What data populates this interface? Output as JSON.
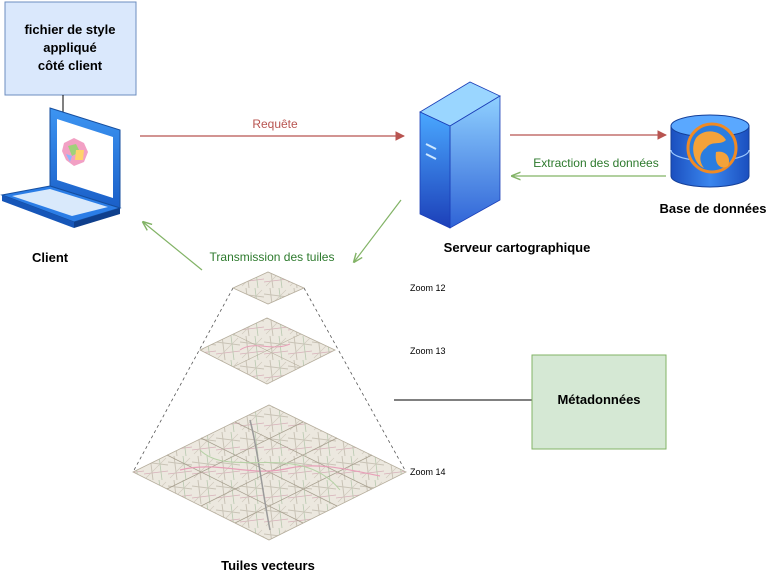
{
  "style_box": {
    "line1": "fichier de style",
    "line2": "appliqué",
    "line3": "côté client"
  },
  "client": {
    "label": "Client"
  },
  "server": {
    "label": "Serveur cartographique"
  },
  "database": {
    "label": "Base de données"
  },
  "arrows": {
    "request": "Requête",
    "extraction": "Extraction des données",
    "transmission": "Transmission des tuiles"
  },
  "tiles": {
    "label": "Tuiles vecteurs",
    "zoom12": "Zoom 12",
    "zoom13": "Zoom 13",
    "zoom14": "Zoom 14"
  },
  "metadata": {
    "label": "Métadonnées"
  },
  "colors": {
    "request_arrow": "#b85450",
    "data_arrow": "#82b366",
    "style_box_fill": "#dae8fc",
    "style_box_stroke": "#6c8ebf",
    "metadata_fill": "#d5e8d4",
    "metadata_stroke": "#82b366",
    "device_blue": "#1e6fd9"
  }
}
